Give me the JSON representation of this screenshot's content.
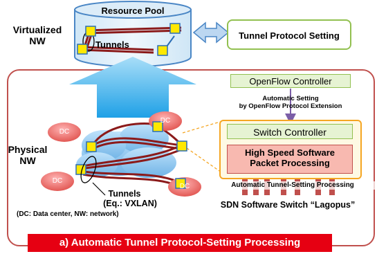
{
  "resource_pool": {
    "title": "Resource Pool",
    "tunnels_label": "Tunnels"
  },
  "virtualized_label": [
    "Virtualized",
    "NW"
  ],
  "tunnel_protocol_setting": "Tunnel Protocol Setting",
  "openflow_controller": "OpenFlow Controller",
  "automatic_setting": [
    "Automatic Setting",
    "by OpenFlow Protocol Extension"
  ],
  "switch_controller": "Switch Controller",
  "high_speed": [
    "High Speed Software",
    "Packet Processing"
  ],
  "automatic_processing": "Automatic Tunnel-Setting Processing",
  "sdn_switch": "SDN Software Switch “Lagopus”",
  "physical_label": [
    "Physical",
    "NW"
  ],
  "dc_label": "DC",
  "tunnels_physical": "Tunnels",
  "tunnels_example": "(Eq.: VXLAN)",
  "footnote": "(DC: Data center, NW: network)",
  "banner": "a) Automatic Tunnel Protocol-Setting Processing",
  "colors": {
    "frame_red": "#c0504d",
    "banner_red": "#e60012",
    "green_border": "#92c050",
    "green_fill": "#e6f3d3",
    "orange_border": "#f5a623",
    "pink_fill": "#f8b9b0",
    "cloud_blue": "#8fc8f0",
    "arrow_blue": "#4bb8f0",
    "tunnel_red": "#8b1a1a",
    "switch_yellow": "#ffe800",
    "purple_arrow": "#7b5ea7"
  }
}
